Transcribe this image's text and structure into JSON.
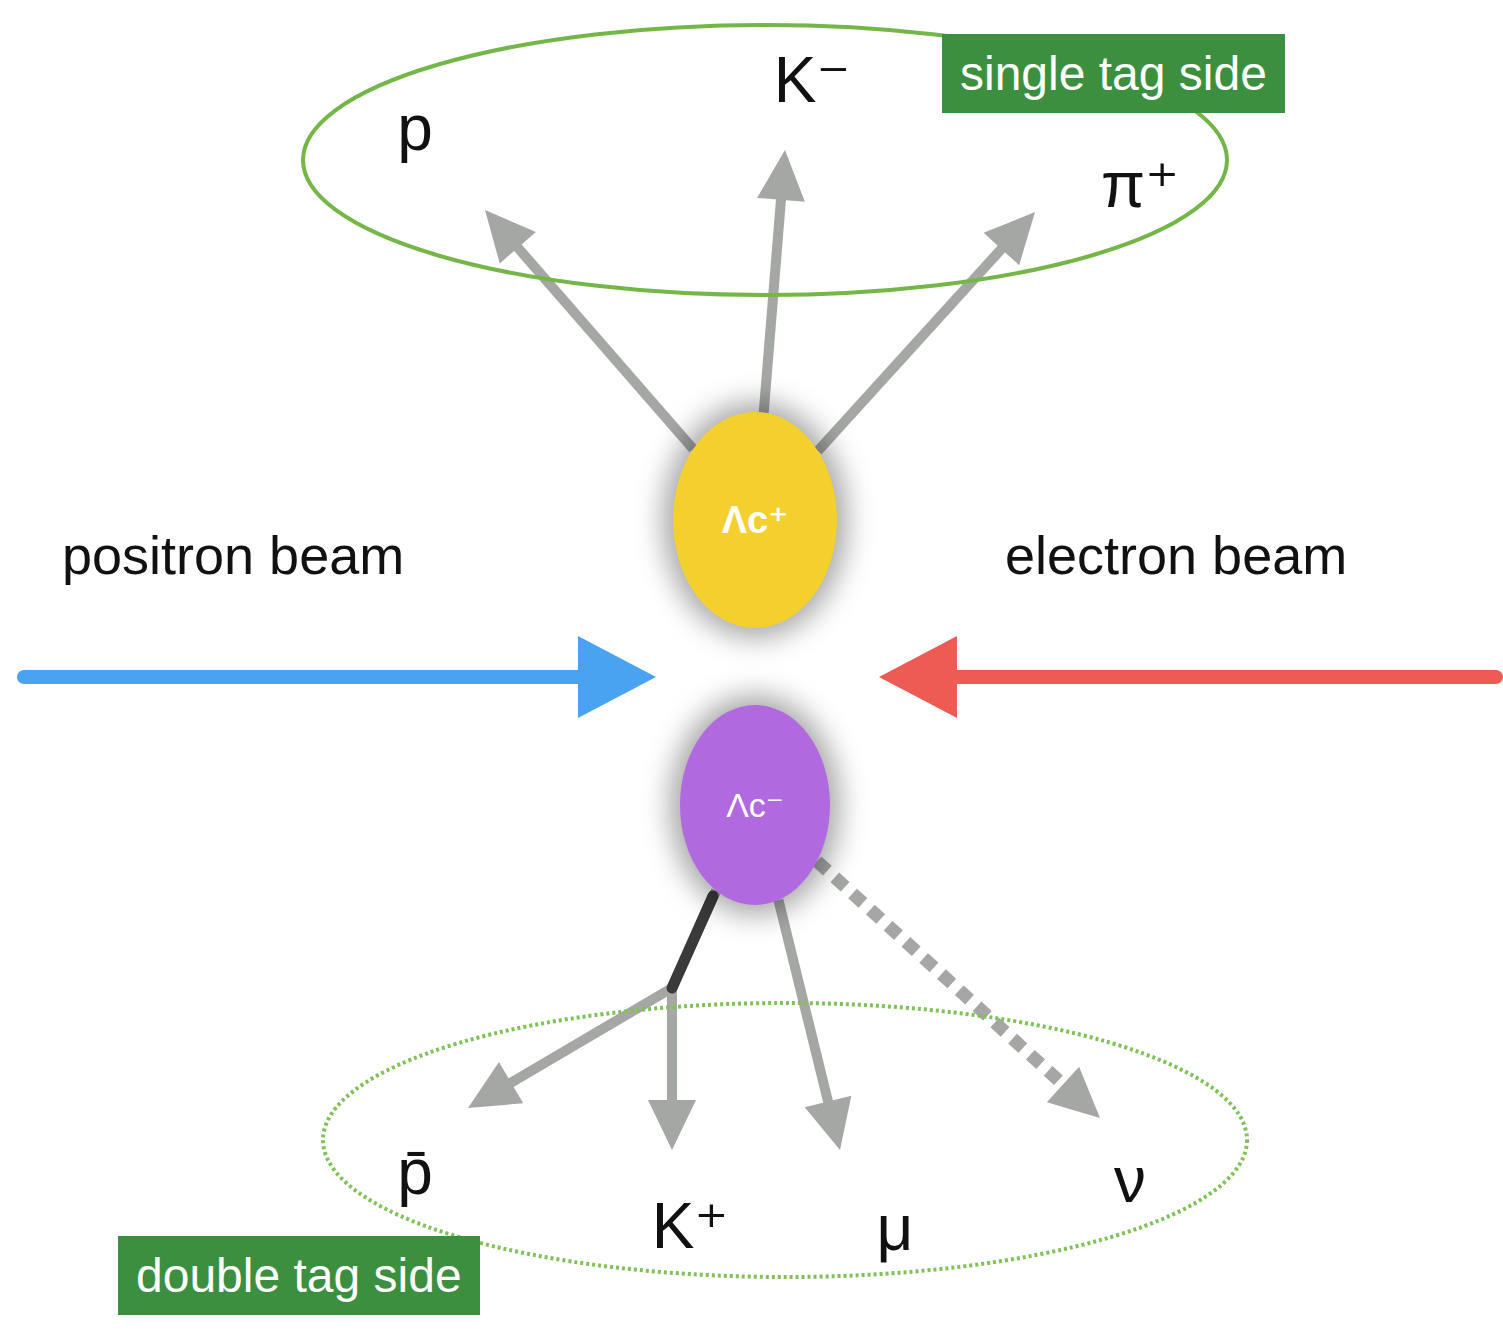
{
  "diagram": {
    "nodes": [
      {
        "text": [
          "p",
          "K⁻",
          "π⁺"
        ]
      },
      {
        "text": [
          "single tag side"
        ]
      },
      {
        "text": [
          "Λc⁺"
        ]
      },
      {
        "text": [
          "Λc⁻"
        ]
      },
      {
        "text": [
          "p̄",
          "K⁺",
          "μ",
          "ν"
        ]
      },
      {
        "text": [
          "double tag side"
        ]
      }
    ],
    "edges": [
      {
        "from": 2,
        "to": 0,
        "arrow": "to"
      },
      {
        "from": 2,
        "to": 0,
        "arrow": "to"
      },
      {
        "from": 2,
        "to": 0,
        "arrow": "to"
      },
      {
        "from": 3,
        "to": 4,
        "arrow": "to"
      },
      {
        "from": 3,
        "to": 4,
        "arrow": "to"
      },
      {
        "from": 3,
        "to": 4,
        "arrow": "to"
      },
      {
        "from": 3,
        "to": 4,
        "arrow": "to"
      }
    ],
    "labels": [
      "positron beam",
      "electron beam"
    ]
  }
}
